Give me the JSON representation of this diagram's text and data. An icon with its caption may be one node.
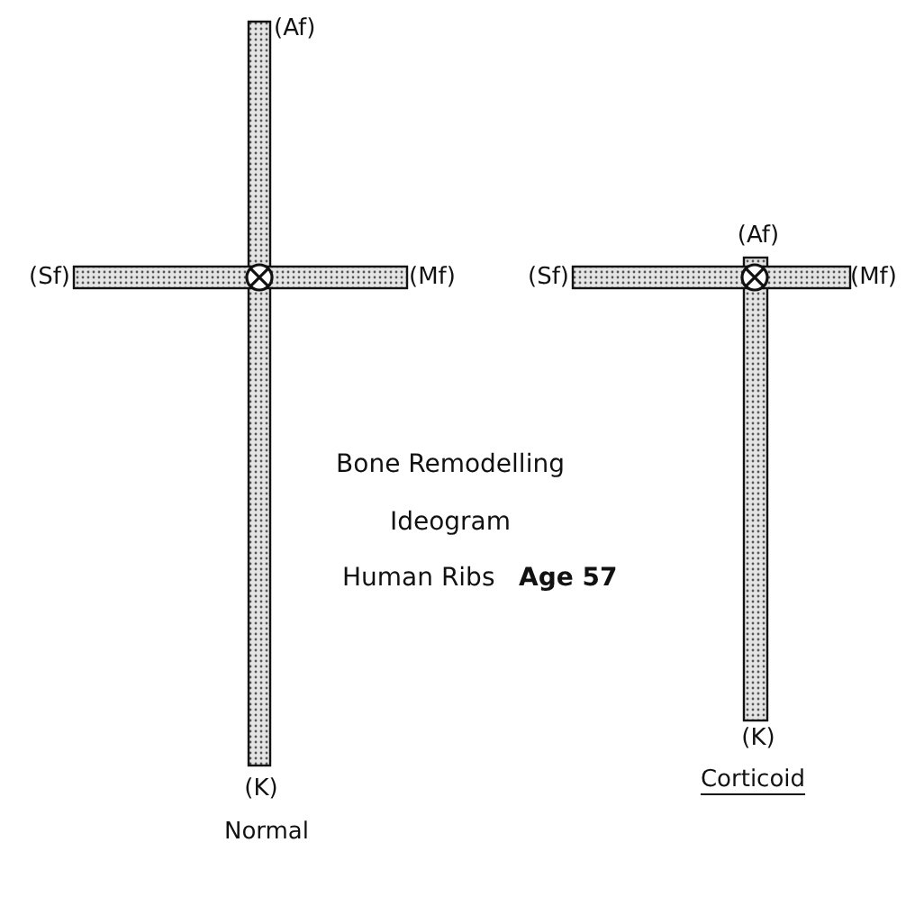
{
  "diagram": {
    "labels": [
      "(Af)",
      "(Af)",
      "(Sf)",
      "(Mf)",
      "(Sf)",
      "(Mf)",
      "Bone Remodelling",
      "Ideogram",
      "Human Ribs",
      "Age 57",
      "(K)",
      "Corticoid",
      "(K)",
      "Normal"
    ]
  }
}
